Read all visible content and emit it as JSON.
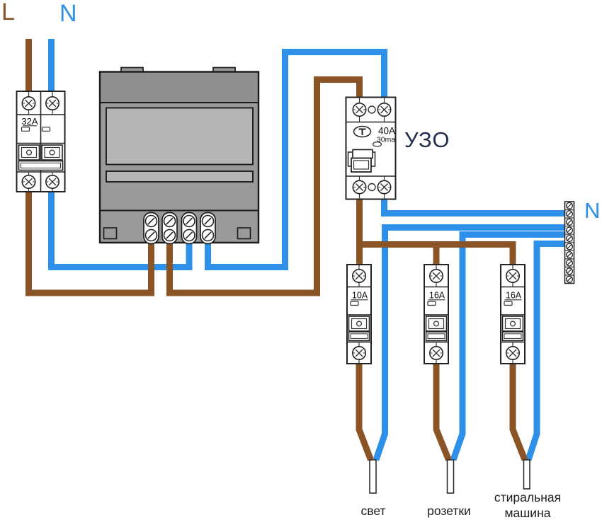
{
  "labels": {
    "supply_line": "L",
    "supply_neutral": "N",
    "rcd_name": "УЗО",
    "neutral_bus": "N",
    "circuit_light": "свет",
    "circuit_sockets": "розетки",
    "circuit_washer_line1": "стиральная",
    "circuit_washer_line2": "машина"
  },
  "ratings": {
    "main_breaker": "32A",
    "rcd_current": "40A",
    "rcd_leakage": "30ma",
    "breaker_light": "10A",
    "breaker_sockets": "16A",
    "breaker_washer": "16A"
  },
  "colors": {
    "line_wire_brown": "#8a5426",
    "neutral_wire_blue": "#2e90e8",
    "rcd_label_navy": "#252e4d",
    "caption_text": "#1d1d1d"
  }
}
